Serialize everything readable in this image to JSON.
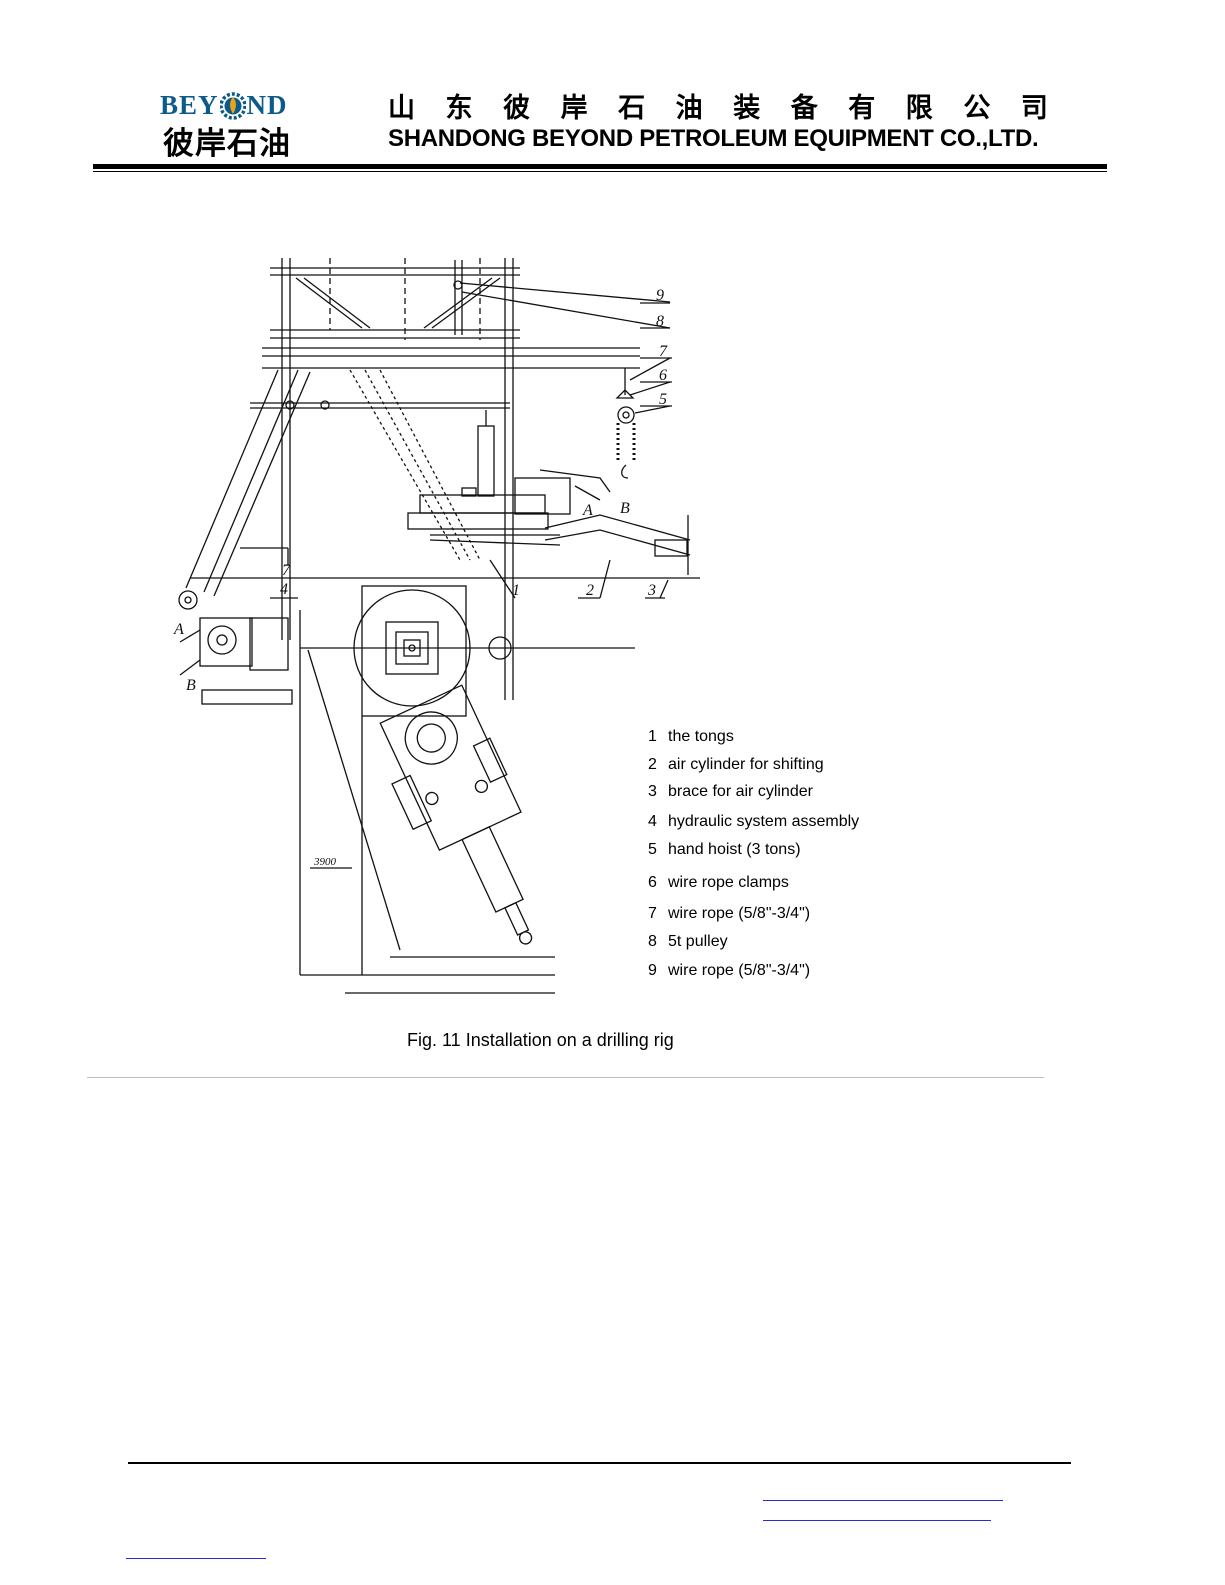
{
  "header": {
    "logo_en_left": "BEY",
    "logo_en_right": "ND",
    "logo_cn": "彼岸石油",
    "company_cn_chars": [
      "山",
      "东",
      "彼",
      "岸",
      "石",
      "油",
      "装",
      "备",
      "有",
      "限",
      "公",
      "司"
    ],
    "company_en": "SHANDONG BEYOND PETROLEUM EQUIPMENT CO.,LTD."
  },
  "colors": {
    "brand_blue": "#0c5a8a",
    "logo_flame": "#e8a317",
    "link_blue": "#2b2bd6"
  },
  "drawing": {
    "callouts": [
      "9",
      "8",
      "7",
      "6",
      "5",
      "A",
      "B",
      "1",
      "2",
      "3",
      "7",
      "4",
      "A",
      "B"
    ],
    "dimension": "3900"
  },
  "legend": [
    {
      "num": "1",
      "text": "the tongs"
    },
    {
      "num": "2",
      "text": "air cylinder for shifting"
    },
    {
      "num": "3",
      "text": "brace for air cylinder"
    },
    {
      "num": "4",
      "text": "hydraulic system assembly"
    },
    {
      "num": "5",
      "text": "hand hoist (3 tons)"
    },
    {
      "num": "6",
      "text": "wire rope clamps"
    },
    {
      "num": "7",
      "text": "wire rope (5/8\"-3/4\")"
    },
    {
      "num": "8",
      "text": "5t pulley"
    },
    {
      "num": "9",
      "text": "wire rope (5/8\"-3/4\")"
    }
  ],
  "caption": "Fig. 11 Installation on a drilling rig"
}
